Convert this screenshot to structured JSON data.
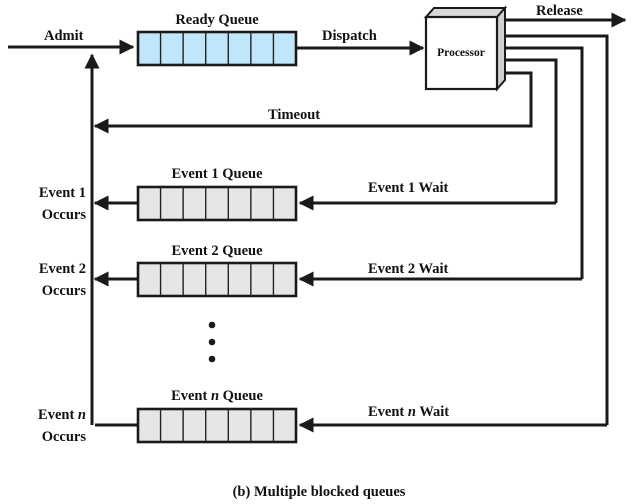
{
  "caption": "(b) Multiple blocked queues",
  "colors": {
    "line": "#1a1a1a",
    "ready_queue_fill": "#bfe6fb",
    "event_queue_fill": "#e6e6e6",
    "processor_face": "#ffffff",
    "processor_side": "#d9d9d9"
  },
  "labels": {
    "admit": "Admit",
    "dispatch": "Dispatch",
    "release": "Release",
    "timeout": "Timeout",
    "processor": "Processor",
    "ellipsis": "•"
  },
  "ready_queue": {
    "title": "Ready Queue",
    "cells": 7
  },
  "event_queues": [
    {
      "title_prefix": "Event ",
      "title_var": "1",
      "title_suffix": " Queue",
      "wait_prefix": "Event ",
      "wait_var": "1",
      "wait_suffix": " Wait",
      "occurs_prefix": "Event ",
      "occurs_var": "1",
      "occurs_line2": "Occurs",
      "italic_var": false,
      "cells": 7
    },
    {
      "title_prefix": "Event ",
      "title_var": "2",
      "title_suffix": " Queue",
      "wait_prefix": "Event ",
      "wait_var": "2",
      "wait_suffix": " Wait",
      "occurs_prefix": "Event ",
      "occurs_var": "2",
      "occurs_line2": "Occurs",
      "italic_var": false,
      "cells": 7
    },
    {
      "title_prefix": "Event ",
      "title_var": "n",
      "title_suffix": " Queue",
      "wait_prefix": "Event ",
      "wait_var": "n",
      "wait_suffix": " Wait",
      "occurs_prefix": "Event ",
      "occurs_var": "n",
      "occurs_line2": "Occurs",
      "italic_var": true,
      "cells": 7
    }
  ]
}
